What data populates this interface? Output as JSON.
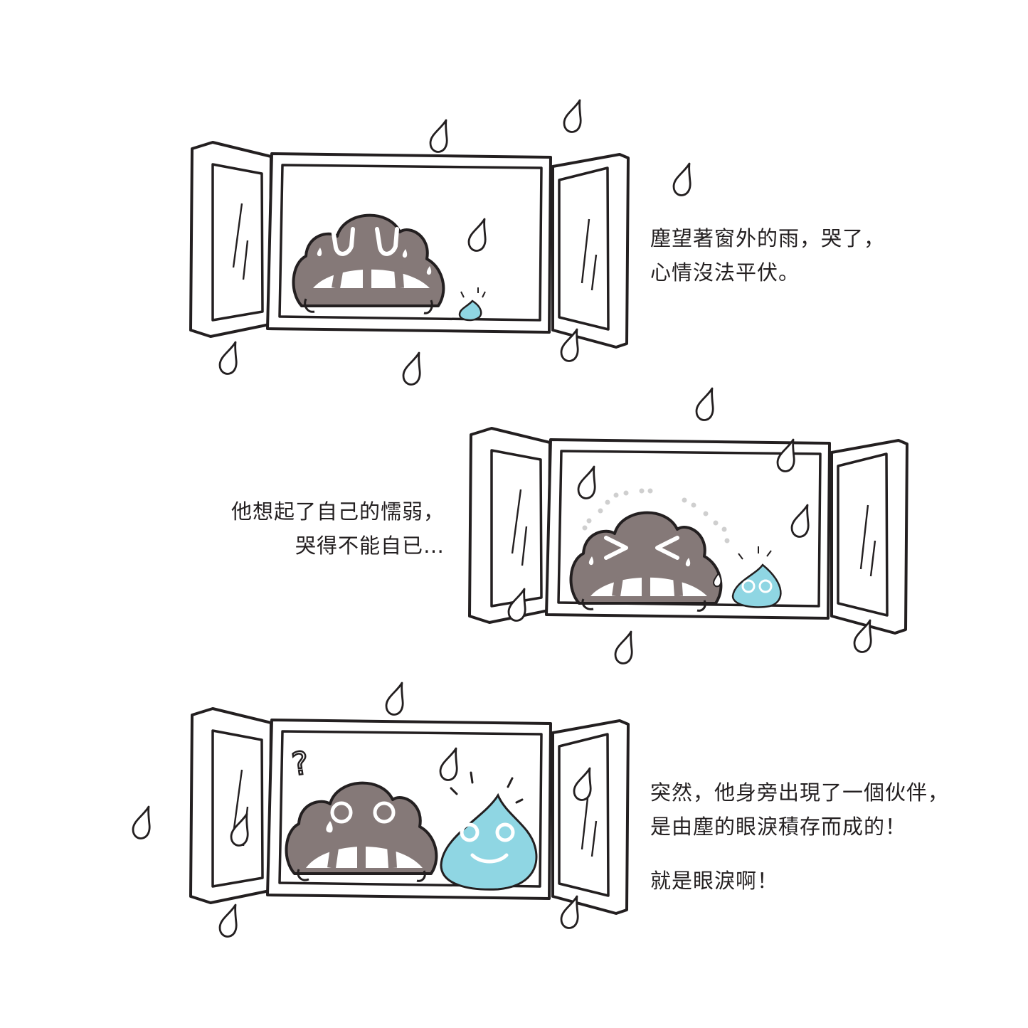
{
  "colors": {
    "ink": "#231f20",
    "dust_body": "#857978",
    "tear_blue": "#8fd6e3",
    "mark_gray": "#cfcfcf",
    "background": "#ffffff"
  },
  "panels": [
    {
      "caption_lines": [
        "塵望著窗外的雨，哭了，",
        "心情沒法平伏。"
      ],
      "dust_expression": "crying-eyes-closed-icon",
      "drop_expression": "small-tear-drop-icon"
    },
    {
      "caption_lines": [
        "他想起了自己的懦弱，",
        "哭得不能自已…"
      ],
      "dust_expression": "squeezed-eyes-crying-icon",
      "drop_expression": "tear-drop-round-eyes-icon"
    },
    {
      "caption_lines": [
        "突然，他身旁出現了一個伙伴，",
        "是由塵的眼淚積存而成的！"
      ],
      "caption_extra": "就是眼淚啊！",
      "dust_expression": "surprised-question-icon",
      "drop_expression": "smiling-tear-drop-icon",
      "question_mark": "?"
    }
  ]
}
